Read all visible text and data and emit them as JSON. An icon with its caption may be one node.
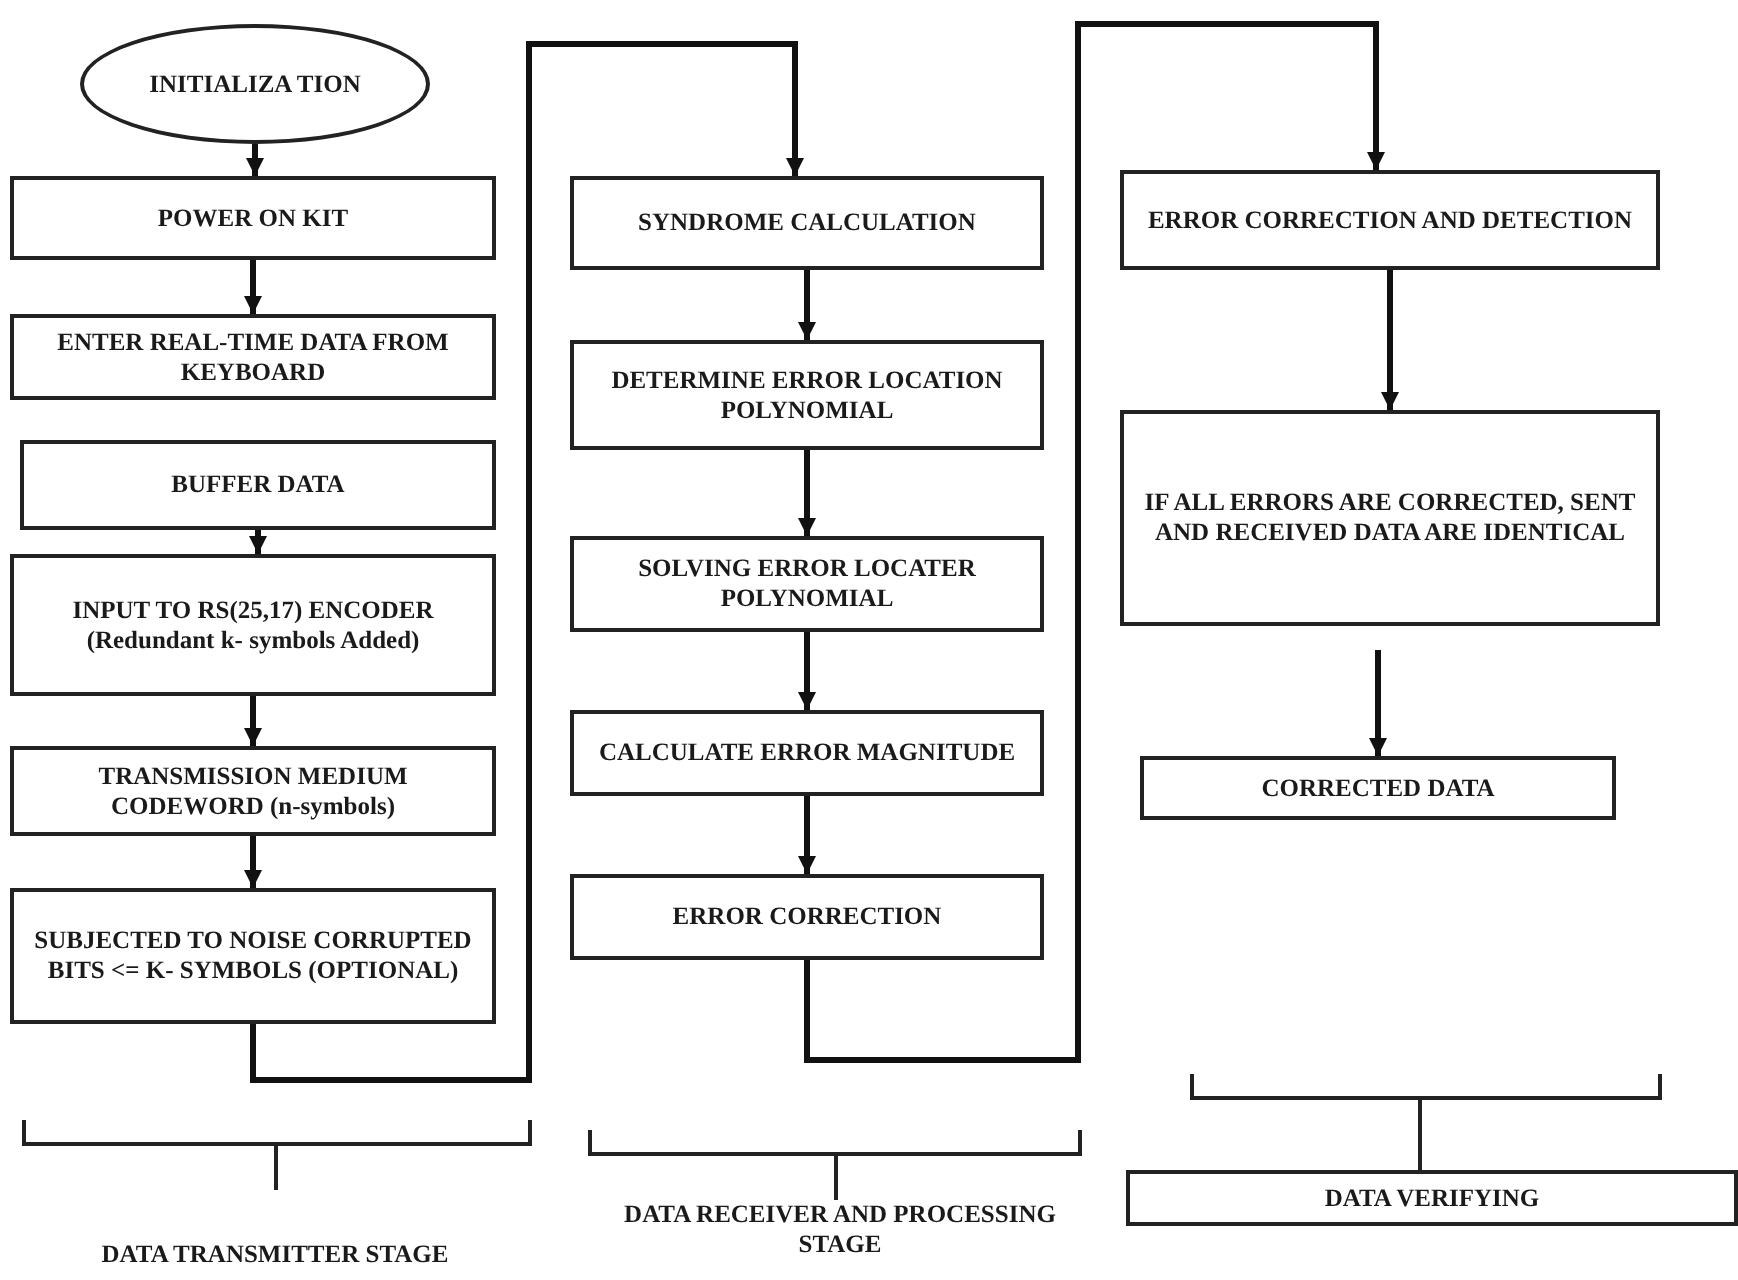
{
  "diagram": {
    "nodes": [
      {
        "text": [
          "INITIALIZA TION"
        ]
      },
      {
        "text": [
          "POWER ON KIT"
        ]
      },
      {
        "text": [
          "ENTER REAL-TIME DATA FROM KEYBOARD"
        ]
      },
      {
        "text": [
          "BUFFER DATA"
        ]
      },
      {
        "text": [
          "INPUT TO RS(25,17) ENCODER (Redundant k- symbols Added)"
        ]
      },
      {
        "text": [
          "TRANSMISSION MEDIUM CODEWORD (n-symbols)"
        ]
      },
      {
        "text": [
          "SUBJECTED TO NOISE CORRUPTED BITS <= K- SYMBOLS (OPTIONAL)"
        ]
      },
      {
        "text": [
          "SYNDROME CALCULATION"
        ]
      },
      {
        "text": [
          "DETERMINE ERROR LOCATION POLYNOMIAL"
        ]
      },
      {
        "text": [
          "SOLVING ERROR LOCATER POLYNOMIAL"
        ]
      },
      {
        "text": [
          "CALCULATE ERROR MAGNITUDE"
        ]
      },
      {
        "text": [
          "ERROR CORRECTION"
        ]
      },
      {
        "text": [
          "ERROR CORRECTION AND DETECTION"
        ]
      },
      {
        "text": [
          "IF ALL ERRORS ARE CORRECTED, SENT AND RECEIVED DATA ARE IDENTICAL"
        ]
      },
      {
        "text": [
          "CORRECTED DATA"
        ]
      },
      {
        "text": [
          "DATA VERIFYING"
        ]
      }
    ],
    "edges": [
      {
        "from": 0,
        "to": 1,
        "arrow": "to"
      },
      {
        "from": 1,
        "to": 2,
        "arrow": "to"
      },
      {
        "from": 3,
        "to": 4,
        "arrow": "to"
      },
      {
        "from": 4,
        "to": 5,
        "arrow": "to"
      },
      {
        "from": 5,
        "to": 6,
        "arrow": "to"
      },
      {
        "from": 6,
        "to": 7,
        "arrow": "to"
      },
      {
        "from": 7,
        "to": 8,
        "arrow": "to"
      },
      {
        "from": 8,
        "to": 9,
        "arrow": "to"
      },
      {
        "from": 9,
        "to": 10,
        "arrow": "to"
      },
      {
        "from": 10,
        "to": 11,
        "arrow": "to"
      },
      {
        "from": 11,
        "to": 12,
        "arrow": "to"
      },
      {
        "from": 12,
        "to": 13,
        "arrow": "to"
      },
      {
        "from": 13,
        "to": 14,
        "arrow": "to"
      }
    ],
    "labels": [
      "DATA TRANSMITTER STAGE",
      "DATA RECEIVER AND PROCESSING STAGE"
    ]
  }
}
